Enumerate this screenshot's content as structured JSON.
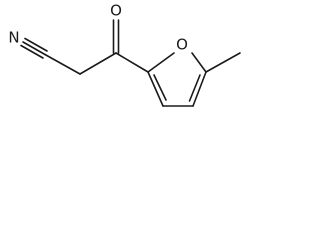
{
  "structure": {
    "atoms": [
      {
        "label": "N"
      },
      {
        "label": "O"
      },
      {
        "label": "O"
      }
    ]
  }
}
